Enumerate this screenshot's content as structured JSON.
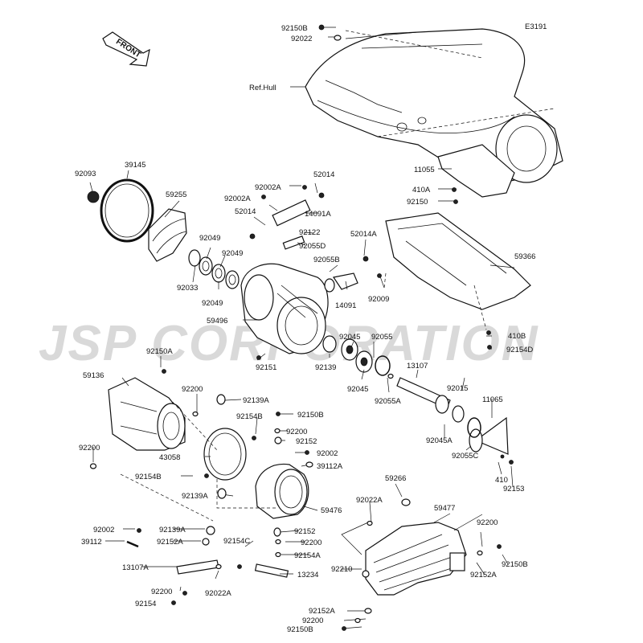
{
  "diagram_code": "E3191",
  "watermark": "JSP CORPORATION",
  "front_label": "FRONT",
  "ref_hull": "Ref.Hull",
  "labels": [
    "92150B",
    "92022",
    "11055",
    "410A",
    "92150",
    "92093",
    "39145",
    "59255",
    "92049",
    "92049",
    "92033",
    "92049",
    "92002A",
    "92002A",
    "52014",
    "52014",
    "14091A",
    "92122",
    "92055D",
    "52014A",
    "92055B",
    "14091",
    "92009",
    "59366",
    "59496",
    "92139",
    "92045",
    "92055",
    "92045",
    "92055A",
    "13107",
    "410B",
    "92154D",
    "92151",
    "92150A",
    "59136",
    "92200",
    "92139A",
    "92154B",
    "92150B",
    "92200",
    "92152",
    "92002",
    "39112A",
    "43058",
    "92154B",
    "92139A",
    "59476",
    "92200",
    "92015",
    "11065",
    "92045A",
    "92055C",
    "410",
    "92153",
    "59266",
    "92022A",
    "59477",
    "92200",
    "92150B",
    "92002",
    "92139A",
    "39112",
    "92152A",
    "92152",
    "92200",
    "92154C",
    "92154A",
    "13107A",
    "13234",
    "92200",
    "92210",
    "92022A",
    "92154",
    "92152A",
    "92152A",
    "92200",
    "92150B"
  ]
}
